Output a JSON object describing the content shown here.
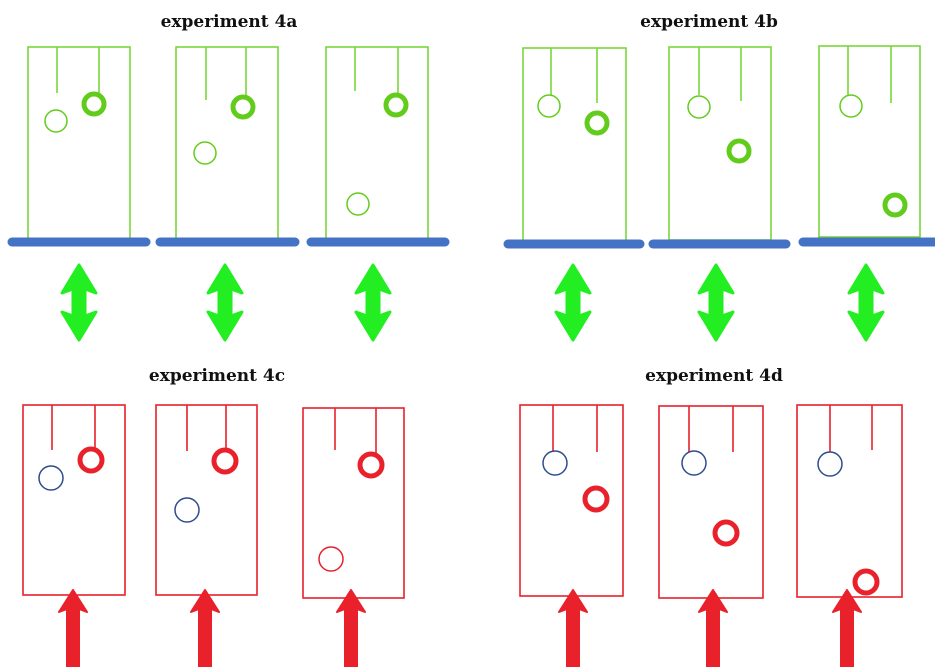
{
  "titles": {
    "a": "experiment 4a",
    "b": "experiment 4b",
    "c": "experiment 4c",
    "d": "experiment 4d"
  },
  "colors": {
    "green_box": "#7ad63a",
    "green_ball": "#62cc1c",
    "green_arrow": "#22ee22",
    "blue_bar": "#4472c4",
    "red": "#e8212b",
    "navy_ball": "#2f4c8f"
  },
  "experiments": [
    {
      "id": "4a",
      "color": "green",
      "base_bar": true,
      "arrow": "double-headed",
      "panels": [
        {
          "thin_ball": "green",
          "thick_ball_position": "top"
        },
        {
          "thin_ball": "green",
          "thick_ball_position": "top"
        },
        {
          "thin_ball": "green",
          "thick_ball_position": "top"
        }
      ]
    },
    {
      "id": "4b",
      "color": "green",
      "base_bar": true,
      "arrow": "double-headed",
      "panels": [
        {
          "thin_ball": "green",
          "thick_ball_position": "upper-middle"
        },
        {
          "thin_ball": "green",
          "thick_ball_position": "middle"
        },
        {
          "thin_ball": "green",
          "thick_ball_position": "bottom"
        }
      ]
    },
    {
      "id": "4c",
      "color": "red",
      "base_bar": false,
      "arrow": "upward",
      "panels": [
        {
          "thin_ball": "navy",
          "thick_ball_position": "top"
        },
        {
          "thin_ball": "navy",
          "thick_ball_position": "top"
        },
        {
          "thin_ball": "red",
          "thick_ball_position": "top"
        }
      ]
    },
    {
      "id": "4d",
      "color": "red",
      "base_bar": false,
      "arrow": "upward",
      "panels": [
        {
          "thin_ball": "navy",
          "thick_ball_position": "upper-middle"
        },
        {
          "thin_ball": "navy",
          "thick_ball_position": "middle"
        },
        {
          "thin_ball": "navy",
          "thick_ball_position": "bottom"
        }
      ]
    }
  ]
}
